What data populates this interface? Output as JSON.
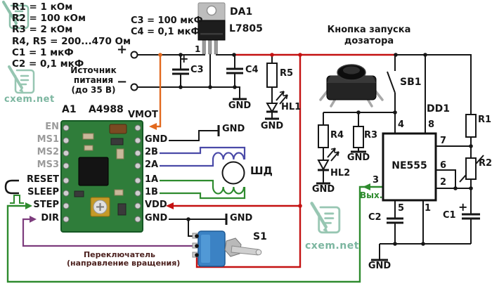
{
  "labels": {
    "gnd": "GND",
    "plus": "+",
    "minus": "−"
  },
  "parts_list": [
    "R1 = 1 кОм",
    "R2 = 100 кОм",
    "R3 = 2 кОм",
    "R4, R5 = 200...470 Ом",
    "C1 = 1 мкФ",
    "C2 = 0,1 мкФ"
  ],
  "cap_note": [
    "C3 = 100 мкФ",
    "C4 = 0,1 мкФ"
  ],
  "power_source": {
    "caption": [
      "Источник",
      "питания",
      "(до 35 В)"
    ]
  },
  "regulator": {
    "ref": "DA1",
    "part": "L7805",
    "pin1": "1"
  },
  "module": {
    "ref": "A1",
    "part": "A4988",
    "left_pins": [
      "EN",
      "MS1",
      "MS2",
      "MS3",
      "RESET",
      "SLEEP",
      "STEP",
      "DIR"
    ],
    "right_pins": [
      "VMOT",
      "GND",
      "2B",
      "2A",
      "1A",
      "1B",
      "VDD",
      "GND"
    ]
  },
  "motor": {
    "label": "ШД"
  },
  "start_button": {
    "caption": [
      "Кнопка запуска",
      "дозатора"
    ],
    "ref": "SB1"
  },
  "timer": {
    "ref": "DD1",
    "part": "NE555",
    "pin1": "1",
    "pin2": "2",
    "pin3": "3",
    "pin4": "4",
    "pin5": "5",
    "pin6": "6",
    "pin7": "7",
    "pin8": "8",
    "out": "Вых."
  },
  "components": {
    "r1": "R1",
    "r2": "R2",
    "r3": "R3",
    "r4": "R4",
    "r5": "R5",
    "c1": "C1",
    "c2": "C2",
    "c3": "C3",
    "c4": "C4",
    "hl1": "HL1",
    "hl2": "HL2"
  },
  "toggle_switch": {
    "ref": "S1",
    "caption": [
      "Переключатель",
      "(направление вращения)"
    ]
  },
  "watermark": {
    "text": "cxem.net"
  },
  "colors": {
    "wire_black": "#161616",
    "wire_red": "#c41111",
    "wire_orange": "#e2691e",
    "wire_blue": "#4a4aa8",
    "wire_green": "#2e8b2e",
    "wire_purple": "#7d3c7d",
    "pcb_green": "#2f7d3a",
    "switch_blue": "#3b82c4",
    "watermark_teal": "#7cb6a0",
    "caption_maroon": "#4d221f"
  }
}
